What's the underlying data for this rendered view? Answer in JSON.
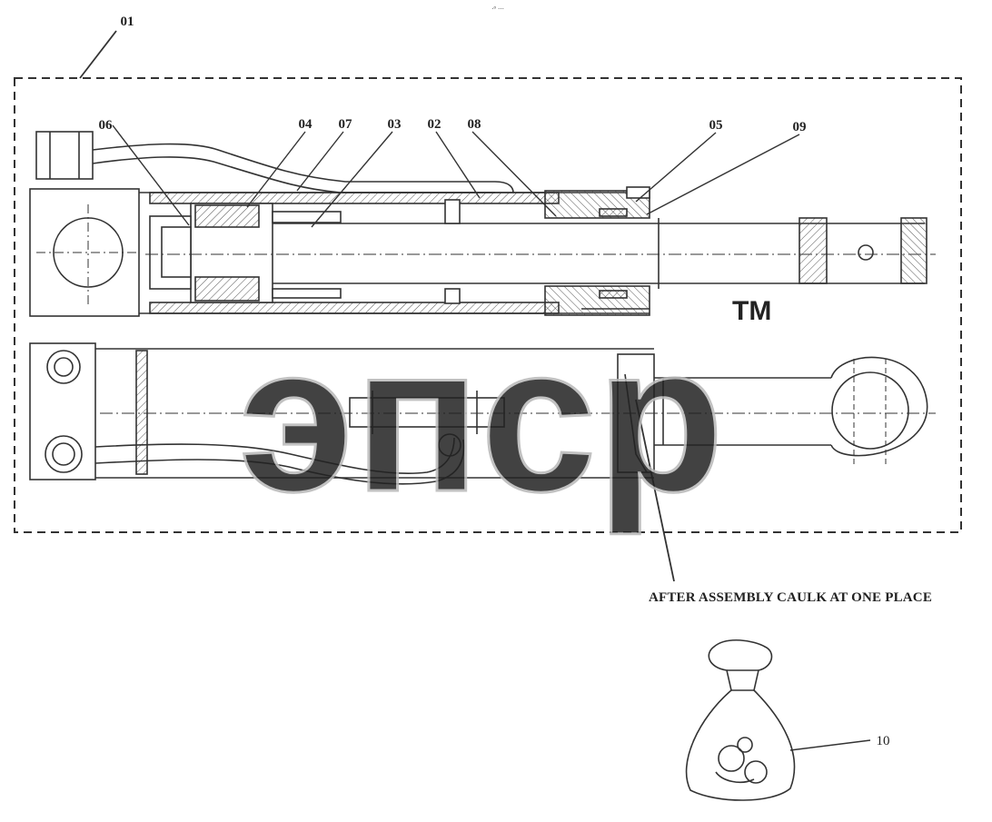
{
  "header": {
    "mark": "·° ···"
  },
  "callouts": {
    "c01": "01",
    "c02": "02",
    "c03": "03",
    "c04": "04",
    "c05": "05",
    "c06": "06",
    "c07": "07",
    "c08": "08",
    "c09": "09",
    "c10": "10"
  },
  "note": "AFTER ASSEMBLY CAULK AT ONE PLACE",
  "watermark": {
    "text": "эпср",
    "tm": "TM"
  },
  "colors": {
    "line": "#333333",
    "watermark": "#b8b8b8",
    "background": "#ffffff"
  }
}
